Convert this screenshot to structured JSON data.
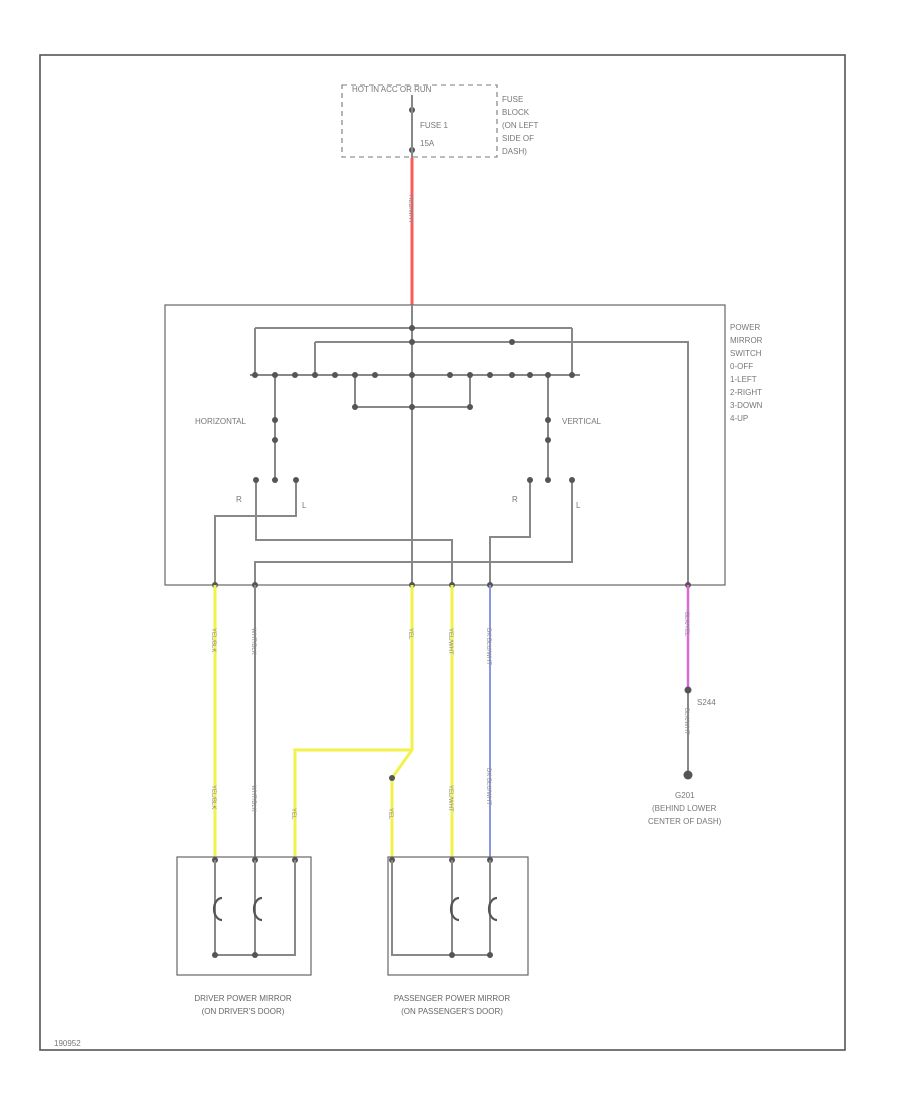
{
  "fuse_block": {
    "header": "HOT IN ACC OR RUN",
    "fuse_label": "FUSE 1",
    "fuse_rating": "15A",
    "location": [
      "FUSE",
      "BLOCK",
      "(ON LEFT",
      "SIDE OF",
      "DASH)"
    ]
  },
  "switch": {
    "title": [
      "POWER",
      "MIRROR",
      "SWITCH",
      "0-OFF",
      "1-LEFT",
      "2-RIGHT",
      "3-DOWN",
      "4-UP"
    ],
    "horizontal_label": "HORIZONTAL",
    "vertical_label": "VERTICAL",
    "left_r": "R",
    "left_l": "L",
    "right_r": "R",
    "right_l": "L"
  },
  "wires": {
    "feed": "RED/WHT",
    "w1": "YEL/BLK",
    "w2": "WHT/BLK",
    "w3": "YEL",
    "w4": "YEL/WHT",
    "w5": "DK BLU/WHT",
    "ground_wire": "BLK/WHT",
    "ground_wire2": "BLK/YEL"
  },
  "ground": {
    "splice": "S244",
    "name": "G201",
    "location": [
      "(BEHIND LOWER",
      "CENTER OF DASH)"
    ]
  },
  "mirrors": {
    "driver": [
      "DRIVER POWER MIRROR",
      "(ON DRIVER'S DOOR)"
    ],
    "passenger": [
      "PASSENGER POWER MIRROR",
      "(ON PASSENGER'S DOOR)"
    ]
  },
  "diagram_id": "190952"
}
